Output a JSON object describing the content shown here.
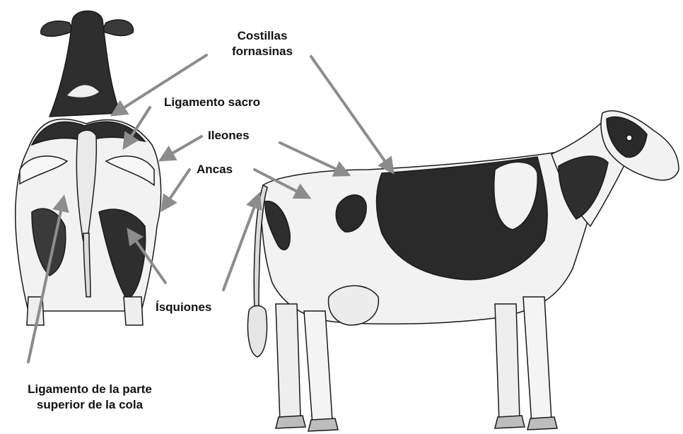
{
  "diagram": {
    "labels": {
      "costillas_line1": "Costillas",
      "costillas_line2": "fornasinas",
      "ligamento_sacro": "Ligamento sacro",
      "ileones": "Ileones",
      "ancas": "Ancas",
      "isquiones": "Ísquiones",
      "ligamento_cola_line1": "Ligamento de la parte",
      "ligamento_cola_line2": "superior de la cola"
    },
    "colors": {
      "arrow": "#8c8c8c",
      "ink": "#1a1a1a",
      "patch": "#2a2a2a",
      "skin": "#f2f2f2"
    }
  }
}
